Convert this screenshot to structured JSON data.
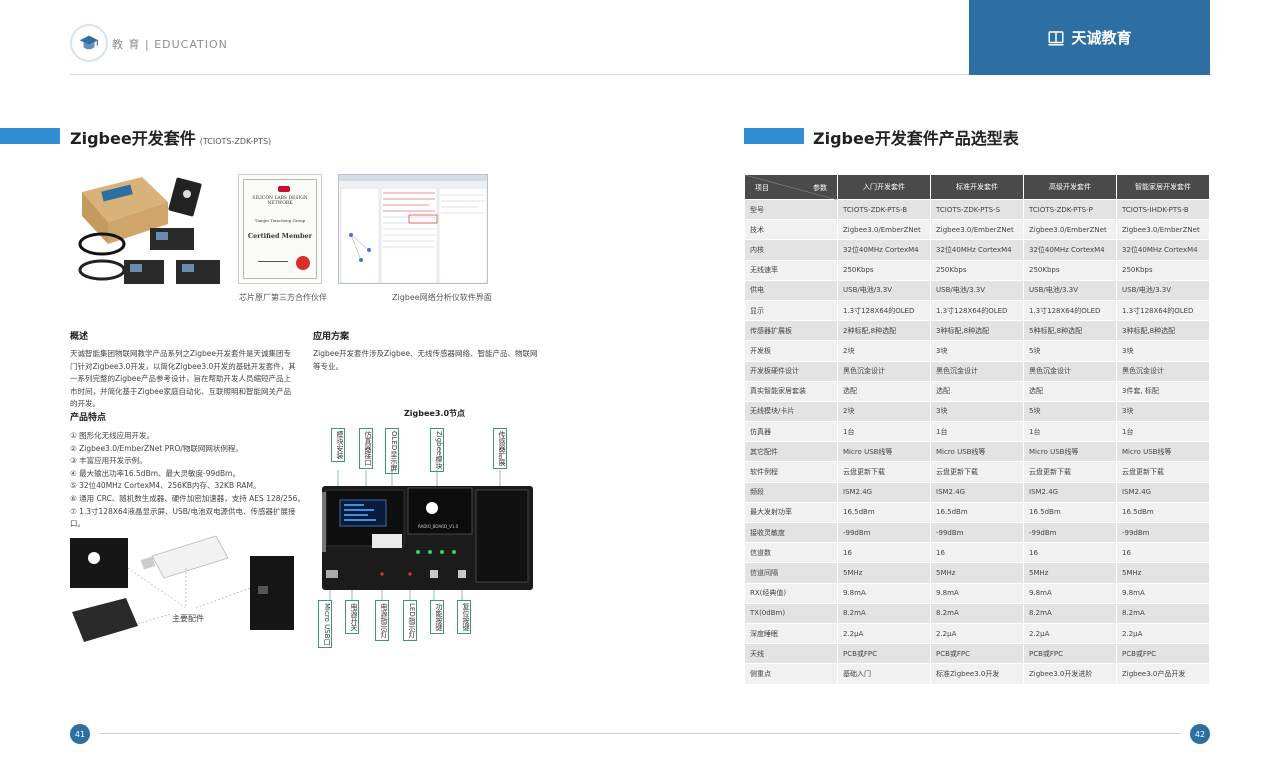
{
  "header": {
    "edu_label": "教 育 | EDUCATION",
    "brand": "天诚教育",
    "accent_color": "#2e6fa3"
  },
  "left": {
    "title": "Zigbee开发套件",
    "title_code": "(TCIOTS-ZDK-PTS)",
    "caption_cert": "芯片原厂第三方合作伙伴",
    "caption_soft": "Zigbee网络分析仪软件界面",
    "cert": {
      "org": "SILICON LABS DESIGN NETWORK",
      "company": "Tianjin Tiancheng Group",
      "heading": "Certified Member"
    },
    "overview_title": "概述",
    "overview_text": "天诚智能集团物联网教学产品系列之Zigbee开发套件是天诚集团专门针对Zigbee3.0开发，以简化Zigbee3.0开发的基础开发套件，其一系列完整的Zigbee产品参考设计，旨在帮助开发人员缩短产品上市时间，并简化基于Zigbee家庭自动化、互联照明和智能网关产品的开发。",
    "app_title": "应用方案",
    "app_text": "Zigbee开发套件涉及Zigbee、无线传感器网络、智能产品、物联网等专业。",
    "features_title": "产品特点",
    "features": [
      "① 图形化无线应用开发。",
      "② Zigbee3.0/EmberZNet PRO/物联网网状例程。",
      "③ 丰富应用开发示例。",
      "④ 最大输出功率16.5dBm、最大灵敏度-99dBm。",
      "⑤ 32位40MHz CortexM4、256KB内存、32KB RAM。",
      "⑥ 通用 CRC、随机数生成器、硬件加密加速器，支持 AES 128/256。",
      "⑦ 1.3寸128X64液晶显示屏、USB/电池双电源供电、传感器扩展接口。"
    ],
    "node": {
      "title": "Zigbee3.0节点",
      "top_callouts": [
        "模块安装",
        "仿真器接口",
        "OLED显示屏",
        "Zigbee模块",
        "传感器扩展"
      ],
      "bottom_callouts": [
        "Micro USB口",
        "电源开关",
        "电源指示灯",
        "LED指示灯",
        "功能按键",
        "复位按键"
      ],
      "board_label": "RADIO_BOARD_V1.0"
    },
    "accessories_label": "主要配件"
  },
  "right": {
    "title": "Zigbee开发套件产品选型表",
    "table": {
      "corner_left": "项目",
      "corner_right": "参数",
      "columns": [
        "入门开发套件",
        "标准开发套件",
        "高级开发套件",
        "智能家居开发套件"
      ],
      "rows": [
        {
          "label": "型号",
          "cells": [
            "TCIOTS-ZDK-PTS-B",
            "TCIOTS-ZDK-PTS-S",
            "TCIOTS-ZDK-PTS-P",
            "TCIOTS-IHDK-PTS-B"
          ]
        },
        {
          "label": "技术",
          "cells": [
            "Zigbee3.0/EmberZNet",
            "Zigbee3.0/EmberZNet",
            "Zigbee3.0/EmberZNet",
            "Zigbee3.0/EmberZNet"
          ]
        },
        {
          "label": "内核",
          "cells": [
            "32位40MHz CortexM4",
            "32位40MHz CortexM4",
            "32位40MHz CortexM4",
            "32位40MHz CortexM4"
          ]
        },
        {
          "label": "无线速率",
          "cells": [
            "250Kbps",
            "250Kbps",
            "250Kbps",
            "250Kbps"
          ]
        },
        {
          "label": "供电",
          "cells": [
            "USB/电池/3.3V",
            "USB/电池/3.3V",
            "USB/电池/3.3V",
            "USB/电池/3.3V"
          ]
        },
        {
          "label": "显示",
          "cells": [
            "1.3寸128X64的OLED",
            "1.3寸128X64的OLED",
            "1.3寸128X64的OLED",
            "1.3寸128X64的OLED"
          ]
        },
        {
          "label": "传感器扩展板",
          "cells": [
            "2种标配,8种选配",
            "3种标配,8种选配",
            "5种标配,8种选配",
            "3种标配,8种选配"
          ]
        },
        {
          "label": "开发板",
          "cells": [
            "2块",
            "3块",
            "5块",
            "3块"
          ]
        },
        {
          "label": "开发板硬件设计",
          "cells": [
            "黑色沉金设计",
            "黑色沉金设计",
            "黑色沉金设计",
            "黑色沉金设计"
          ]
        },
        {
          "label": "真实智能家居套装",
          "cells": [
            "选配",
            "选配",
            "选配",
            "3件套, 标配"
          ]
        },
        {
          "label": "无线模块/卡片",
          "cells": [
            "2块",
            "3块",
            "5块",
            "3块"
          ]
        },
        {
          "label": "仿真器",
          "cells": [
            "1台",
            "1台",
            "1台",
            "1台"
          ]
        },
        {
          "label": "其它配件",
          "cells": [
            "Micro USB线等",
            "Micro USB线等",
            "Micro USB线等",
            "Micro USB线等"
          ]
        },
        {
          "label": "软件例程",
          "cells": [
            "云盘更新下载",
            "云盘更新下载",
            "云盘更新下载",
            "云盘更新下载"
          ]
        },
        {
          "label": "频段",
          "cells": [
            "ISM2.4G",
            "ISM2.4G",
            "ISM2.4G",
            "ISM2.4G"
          ]
        },
        {
          "label": "最大发射功率",
          "cells": [
            "16.5dBm",
            "16.5dBm",
            "16.5dBm",
            "16.5dBm"
          ]
        },
        {
          "label": "接收灵敏度",
          "cells": [
            "-99dBm",
            "-99dBm",
            "-99dBm",
            "-99dBm"
          ]
        },
        {
          "label": "信道数",
          "cells": [
            "16",
            "16",
            "16",
            "16"
          ]
        },
        {
          "label": "信道间隔",
          "cells": [
            "5MHz",
            "5MHz",
            "5MHz",
            "5MHz"
          ]
        },
        {
          "label": "RX(经典值)",
          "cells": [
            "9.8mA",
            "9.8mA",
            "9.8mA",
            "9.8mA"
          ]
        },
        {
          "label": "TX(0dBm)",
          "cells": [
            "8.2mA",
            "8.2mA",
            "8.2mA",
            "8.2mA"
          ]
        },
        {
          "label": "深度睡眠",
          "cells": [
            "2.2μA",
            "2.2μA",
            "2.2μA",
            "2.2μA"
          ]
        },
        {
          "label": "天线",
          "cells": [
            "PCB或FPC",
            "PCB或FPC",
            "PCB或FPC",
            "PCB或FPC"
          ]
        },
        {
          "label": "侧重点",
          "cells": [
            "基础入门",
            "标准Zigbee3.0开发",
            "Zigbee3.0开发进阶",
            "Zigbee3.0产品开发"
          ]
        }
      ]
    }
  },
  "footer": {
    "page_left": "41",
    "page_right": "42"
  }
}
